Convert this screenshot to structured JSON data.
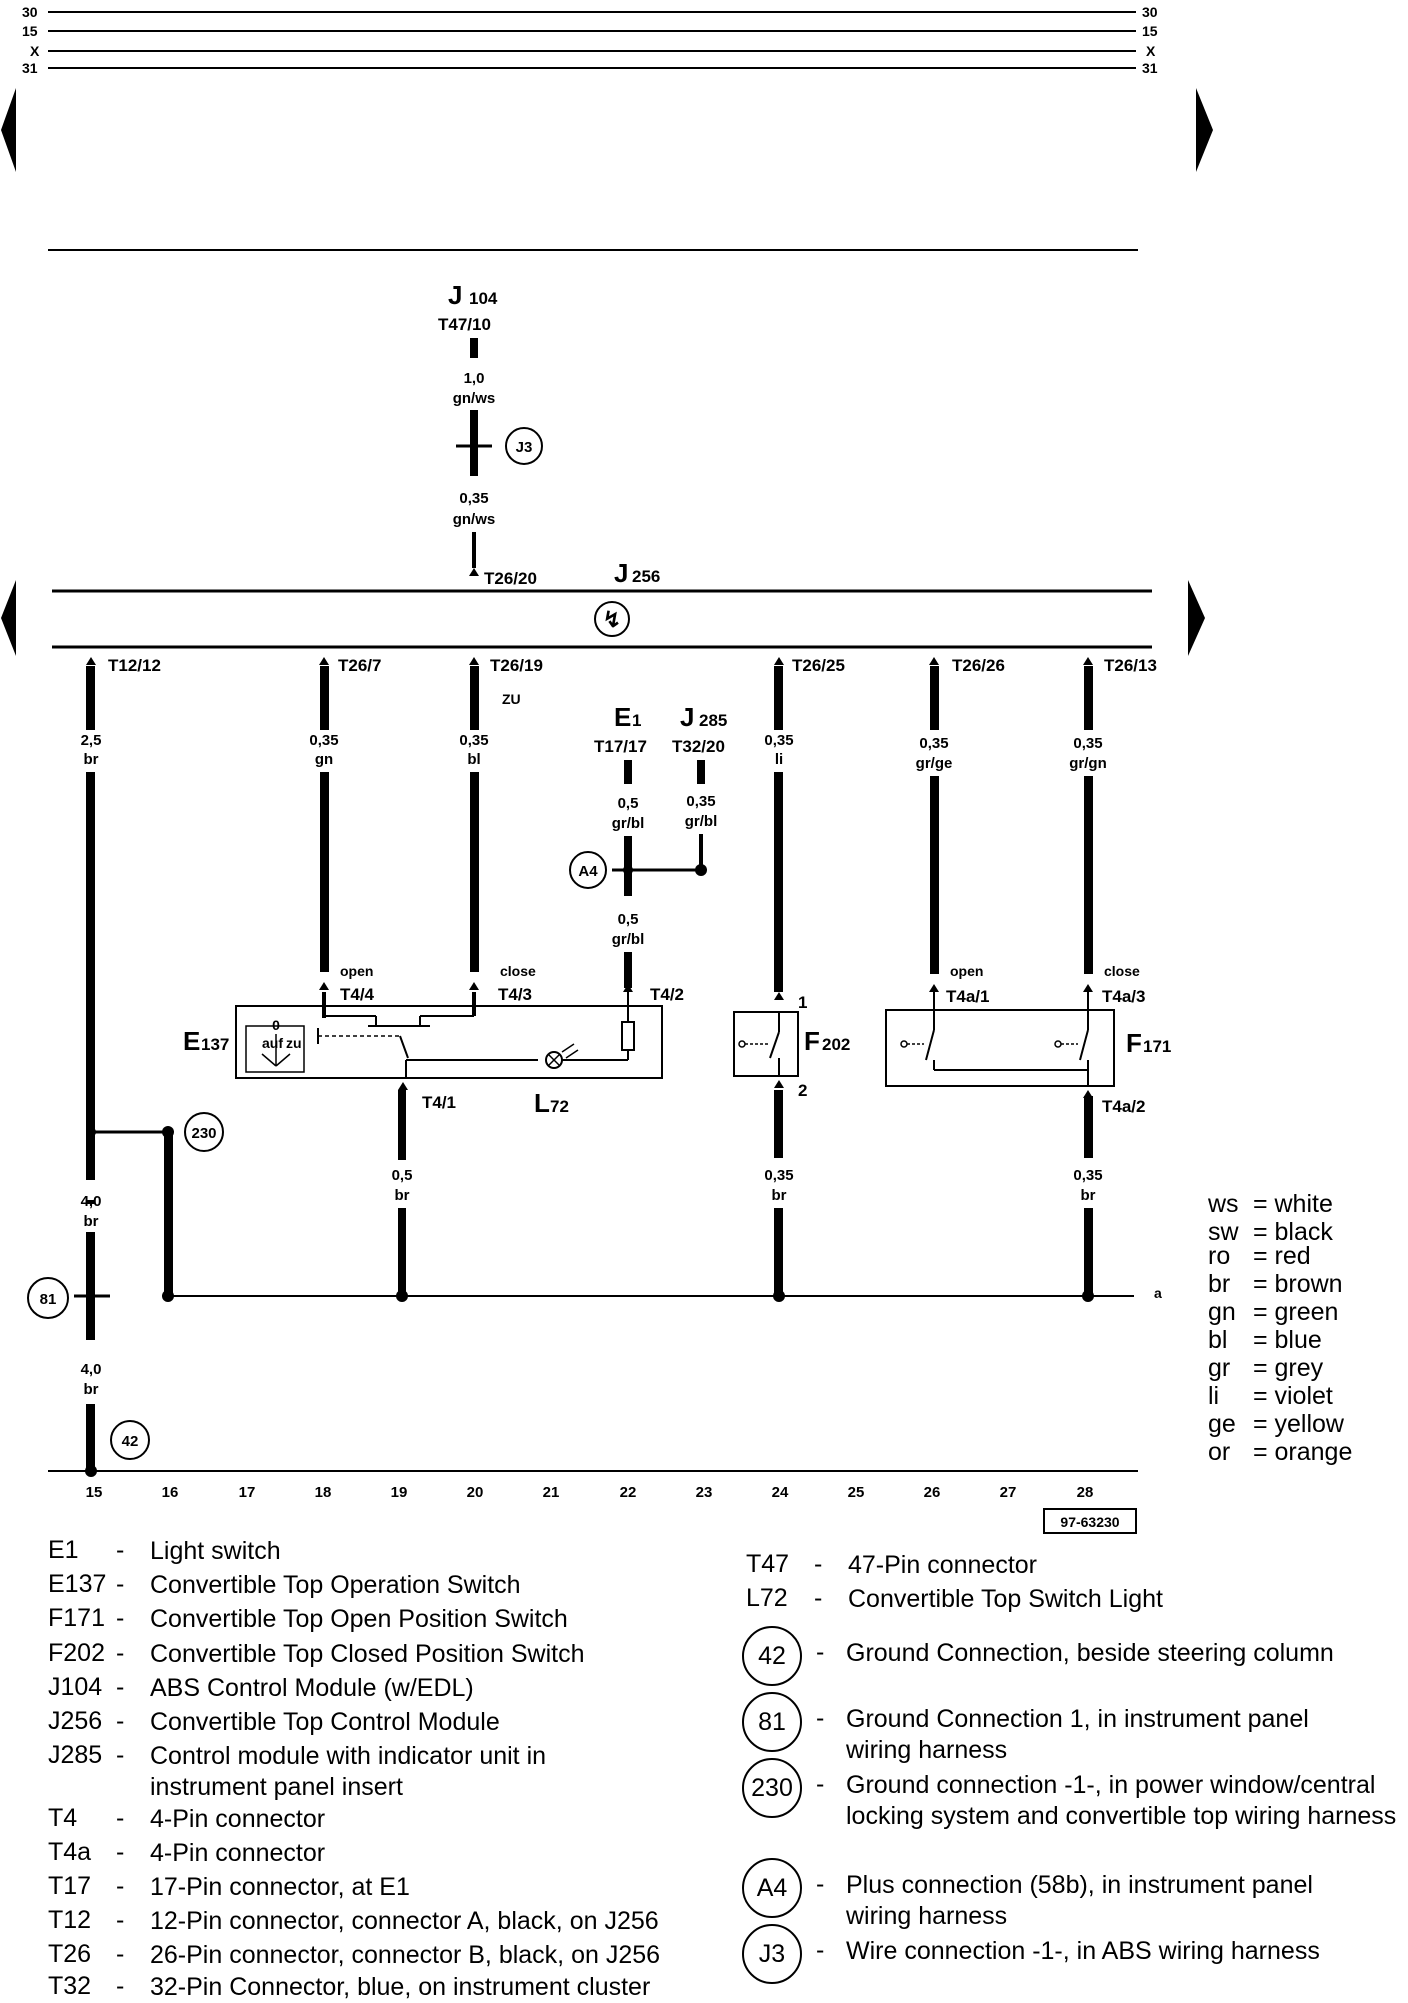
{
  "top_bus": {
    "left_labels": [
      "30",
      "15",
      "X",
      "31"
    ],
    "right_labels": [
      "30",
      "15",
      "X",
      "31"
    ]
  },
  "module": {
    "name": "J",
    "sub": "256",
    "pin_in": "T26/20",
    "symbol": "↯"
  },
  "j104": {
    "name": "J",
    "sub": "104",
    "pin": "T47/10",
    "wire_top": {
      "size": "1,0",
      "color": "gn/ws"
    },
    "wire_bottom": {
      "size": "0,35",
      "color": "gn/ws"
    },
    "conn": "J3"
  },
  "wires": [
    {
      "id": "c15",
      "pin": "T12/12",
      "size": "2,5",
      "color": "br"
    },
    {
      "id": "c18",
      "pin": "T26/7",
      "size": "0,35",
      "color": "gn"
    },
    {
      "id": "c20",
      "pin": "T26/19",
      "size": "0,35",
      "color": "bl",
      "note": "ZU"
    },
    {
      "id": "c24",
      "pin": "T26/25",
      "size": "0,35",
      "color": "li"
    },
    {
      "id": "c26",
      "pin": "T26/26",
      "size": "0,35",
      "color": "gr/ge"
    },
    {
      "id": "c28",
      "pin": "T26/13",
      "size": "0,35",
      "color": "gr/gn"
    }
  ],
  "e1": {
    "name": "E",
    "sub": "1",
    "pin": "T17/17",
    "wire": {
      "size": "0,5",
      "color": "gr/bl"
    },
    "conn": "A4",
    "wire_down": {
      "size": "0,5",
      "color": "gr/bl"
    }
  },
  "j285": {
    "name": "J",
    "sub": "285",
    "pin": "T32/20",
    "wire": {
      "size": "0,35",
      "color": "gr/bl"
    }
  },
  "e137": {
    "name": "E",
    "sub": "137",
    "pin_open": "T4/4",
    "open": "open",
    "pin_close": "T4/3",
    "close": "close",
    "pin_light": "T4/2",
    "pin_gnd": "T4/1",
    "auf": "auf",
    "zu": "zu",
    "zero": "0",
    "lamp": "L",
    "lamp_sub": "72",
    "wire_gnd": {
      "size": "0,5",
      "color": "br"
    }
  },
  "f202": {
    "name": "F",
    "sub": "202",
    "pin1": "1",
    "pin2": "2",
    "wire": {
      "size": "0,35",
      "color": "br"
    }
  },
  "f171": {
    "name": "F",
    "sub": "171",
    "pin1": "T4a/1",
    "open": "open",
    "pin3": "T4a/3",
    "close": "close",
    "pin2": "T4a/2",
    "wire": {
      "size": "0,35",
      "color": "br"
    }
  },
  "ground": {
    "c230": "230",
    "c81": "81",
    "c42": "42",
    "wire_mid": {
      "size": "4,0",
      "color": "br"
    },
    "wire_low": {
      "size": "4,0",
      "color": "br"
    },
    "end_label": "a"
  },
  "columns": [
    "15",
    "16",
    "17",
    "18",
    "19",
    "20",
    "21",
    "22",
    "23",
    "24",
    "25",
    "26",
    "27",
    "28"
  ],
  "ref_code": "97-63230",
  "color_legend": [
    {
      "code": "ws",
      "name": "white"
    },
    {
      "code": "sw",
      "name": "black"
    },
    {
      "code": "ro",
      "name": "red"
    },
    {
      "code": "br",
      "name": "brown"
    },
    {
      "code": "gn",
      "name": "green"
    },
    {
      "code": "bl",
      "name": "blue"
    },
    {
      "code": "gr",
      "name": "grey"
    },
    {
      "code": "li",
      "name": "violet"
    },
    {
      "code": "ge",
      "name": "yellow"
    },
    {
      "code": "or",
      "name": "orange"
    }
  ],
  "component_key_left": [
    {
      "code": "E1",
      "desc": "Light switch"
    },
    {
      "code": "E137",
      "desc": "Convertible Top Operation Switch"
    },
    {
      "code": "F171",
      "desc": "Convertible Top Open Position Switch"
    },
    {
      "code": "F202",
      "desc": "Convertible Top Closed Position Switch"
    },
    {
      "code": "J104",
      "desc": "ABS Control Module (w/EDL)"
    },
    {
      "code": "J256",
      "desc": "Convertible Top Control Module"
    },
    {
      "code": "J285",
      "desc": "Control module with indicator unit in instrument panel insert"
    },
    {
      "code": "T4",
      "desc": "4-Pin connector"
    },
    {
      "code": "T4a",
      "desc": "4-Pin connector"
    },
    {
      "code": "T17",
      "desc": "17-Pin connector, at  E1"
    },
    {
      "code": "T12",
      "desc": "12-Pin connector, connector A, black, on J256"
    },
    {
      "code": "T26",
      "desc": "26-Pin connector, connector B, black, on J256"
    },
    {
      "code": "T32",
      "desc": "32-Pin Connector, blue, on instrument cluster"
    }
  ],
  "component_key_right": [
    {
      "code": "T47",
      "desc": "47-Pin connector"
    },
    {
      "code": "L72",
      "desc": "Convertible Top Switch Light"
    }
  ],
  "circle_key": [
    {
      "code": "42",
      "desc": "Ground Connection, beside steering column"
    },
    {
      "code": "81",
      "desc": "Ground Connection 1, in instrument panel wiring harness"
    },
    {
      "code": "230",
      "desc": "Ground connection -1-, in power window/central locking system and convertible top wiring harness"
    },
    {
      "code": "A4",
      "desc": "Plus connection (58b), in instrument panel wiring harness"
    },
    {
      "code": "J3",
      "desc": "Wire connection -1-, in ABS wiring harness"
    }
  ],
  "dash": "-"
}
